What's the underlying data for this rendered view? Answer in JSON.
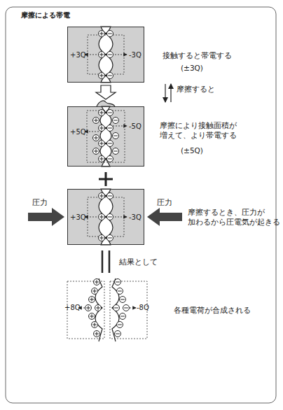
{
  "diagram": {
    "title": "摩擦による帯電",
    "nodes": [
      {
        "text": [
          "+3Q",
          "-3Q"
        ]
      },
      {
        "text": [
          "+5Q",
          "-5Q"
        ]
      },
      {
        "text": [
          "+3Q",
          "-3Q"
        ]
      },
      {
        "text": [
          "+8Q"
        ]
      },
      {
        "text": [
          "-8Q"
        ]
      }
    ],
    "edges": [
      {
        "from": 0,
        "to": 1,
        "arrow": "to"
      }
    ],
    "labels": [
      "接触すると帯電する",
      "(±3Q)",
      "摩擦すると",
      "摩擦により接触面積が 増えて、より帯電する",
      "(±5Q)",
      "圧力",
      "圧力",
      "摩擦するとき、圧力が 加わるから圧電気が起きる",
      "結果として",
      "各種電荷が合成される"
    ]
  }
}
